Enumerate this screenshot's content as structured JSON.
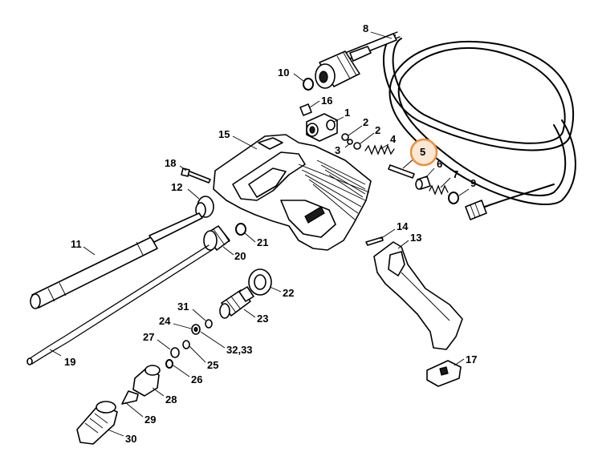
{
  "diagram": {
    "callouts": [
      {
        "id": "p8",
        "text": "8"
      },
      {
        "id": "p10",
        "text": "10"
      },
      {
        "id": "p16",
        "text": "16"
      },
      {
        "id": "p1",
        "text": "1"
      },
      {
        "id": "p2a",
        "text": "2"
      },
      {
        "id": "p2b",
        "text": "2"
      },
      {
        "id": "p3",
        "text": "3"
      },
      {
        "id": "p4",
        "text": "4"
      },
      {
        "id": "p5",
        "text": "5"
      },
      {
        "id": "p6",
        "text": "6"
      },
      {
        "id": "p7",
        "text": "7"
      },
      {
        "id": "p9",
        "text": "9"
      },
      {
        "id": "p15",
        "text": "15"
      },
      {
        "id": "p18",
        "text": "18"
      },
      {
        "id": "p12",
        "text": "12"
      },
      {
        "id": "p11",
        "text": "11"
      },
      {
        "id": "p21",
        "text": "21"
      },
      {
        "id": "p20",
        "text": "20"
      },
      {
        "id": "p14",
        "text": "14"
      },
      {
        "id": "p13",
        "text": "13"
      },
      {
        "id": "p22",
        "text": "22"
      },
      {
        "id": "p31",
        "text": "31"
      },
      {
        "id": "p23",
        "text": "23"
      },
      {
        "id": "p24",
        "text": "24"
      },
      {
        "id": "p27",
        "text": "27"
      },
      {
        "id": "p3233",
        "text": "32,33"
      },
      {
        "id": "p25",
        "text": "25"
      },
      {
        "id": "p26",
        "text": "26"
      },
      {
        "id": "p19",
        "text": "19"
      },
      {
        "id": "p17",
        "text": "17"
      },
      {
        "id": "p28",
        "text": "28"
      },
      {
        "id": "p29",
        "text": "29"
      },
      {
        "id": "p30",
        "text": "30"
      }
    ],
    "highlight": {
      "part": "5",
      "color": "#e8913f",
      "fill": "#fbe7d4"
    }
  }
}
